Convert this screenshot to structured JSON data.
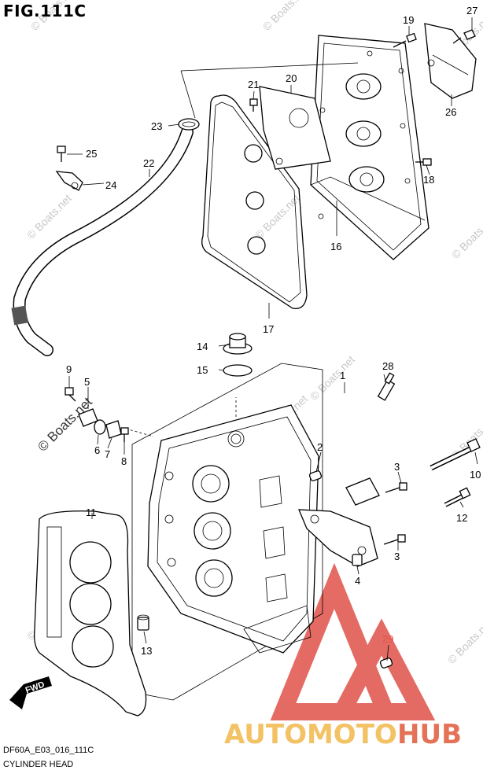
{
  "figure": {
    "title": "FIG.111C",
    "code": "DF60A_E03_016_111C",
    "name": "CYLINDER HEAD"
  },
  "watermark": {
    "text": "© Boats.net",
    "color": "#c8c8c8"
  },
  "callouts": {
    "c1": "1",
    "c2": "2",
    "c3a": "3",
    "c3b": "3",
    "c4": "4",
    "c5": "5",
    "c6": "6",
    "c7": "7",
    "c8": "8",
    "c9": "9",
    "c10": "10",
    "c11": "11",
    "c12": "12",
    "c13": "13",
    "c14": "14",
    "c15": "15",
    "c16": "16",
    "c17": "17",
    "c18": "18",
    "c19": "19",
    "c20": "20",
    "c21": "21",
    "c22": "22",
    "c23": "23",
    "c24": "24",
    "c25": "25",
    "c26": "26",
    "c27": "27",
    "c28": "28",
    "c29": "29"
  },
  "fwd_label": "FWD",
  "logo": {
    "text_a": "AUTOMOTO",
    "text_b": "HUB",
    "color_a": "#f2b84b",
    "color_b": "#e05a3a",
    "triangle_color": "#e0524a"
  }
}
